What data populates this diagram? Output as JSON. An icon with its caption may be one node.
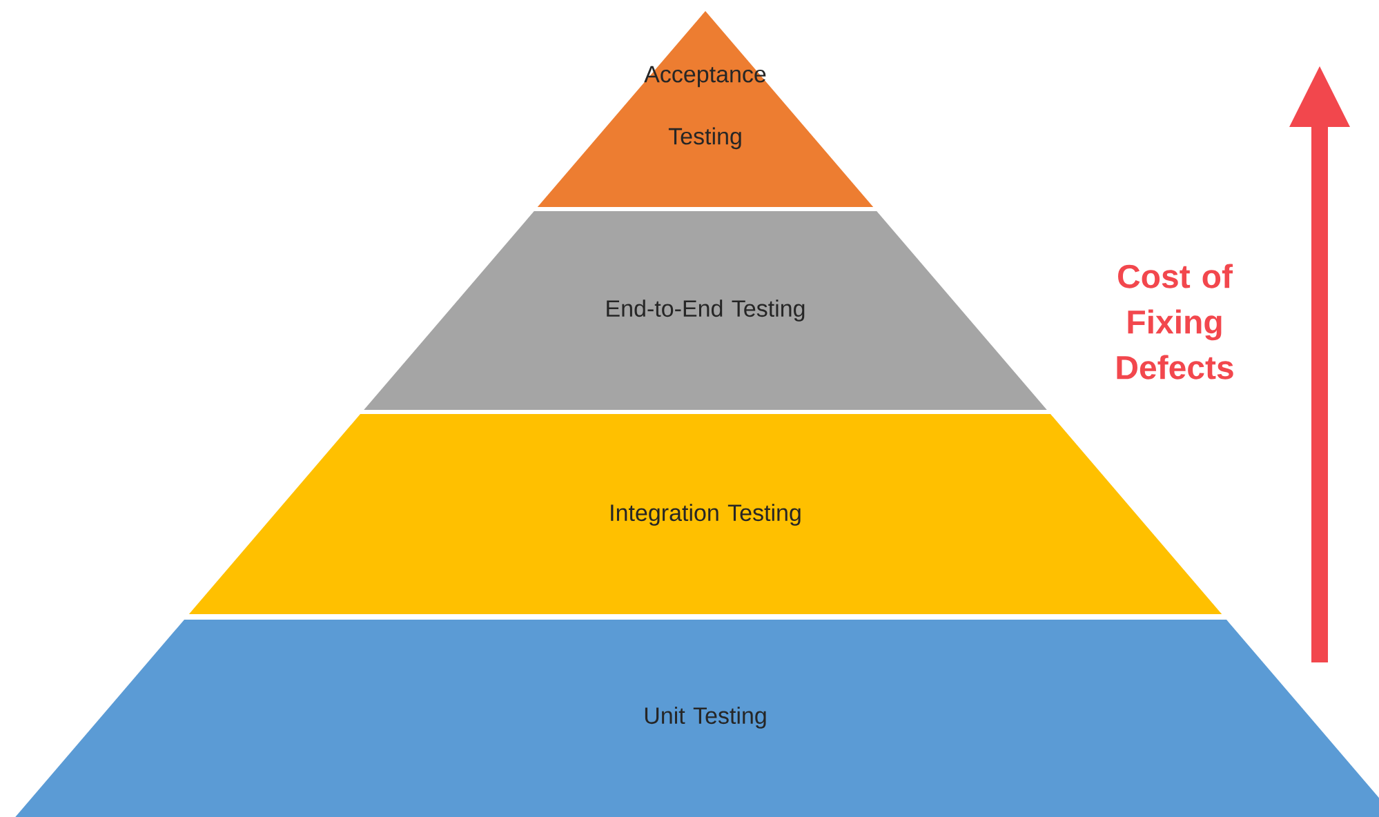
{
  "diagram": {
    "nodes": [
      {
        "text": [
          "Acceptance Testing"
        ]
      },
      {
        "text": [
          "End-to-End Testing"
        ]
      },
      {
        "text": [
          "Integration Testing"
        ]
      },
      {
        "text": [
          "Unit Testing"
        ]
      }
    ],
    "labels": [
      "Cost of Fixing Defects"
    ]
  }
}
